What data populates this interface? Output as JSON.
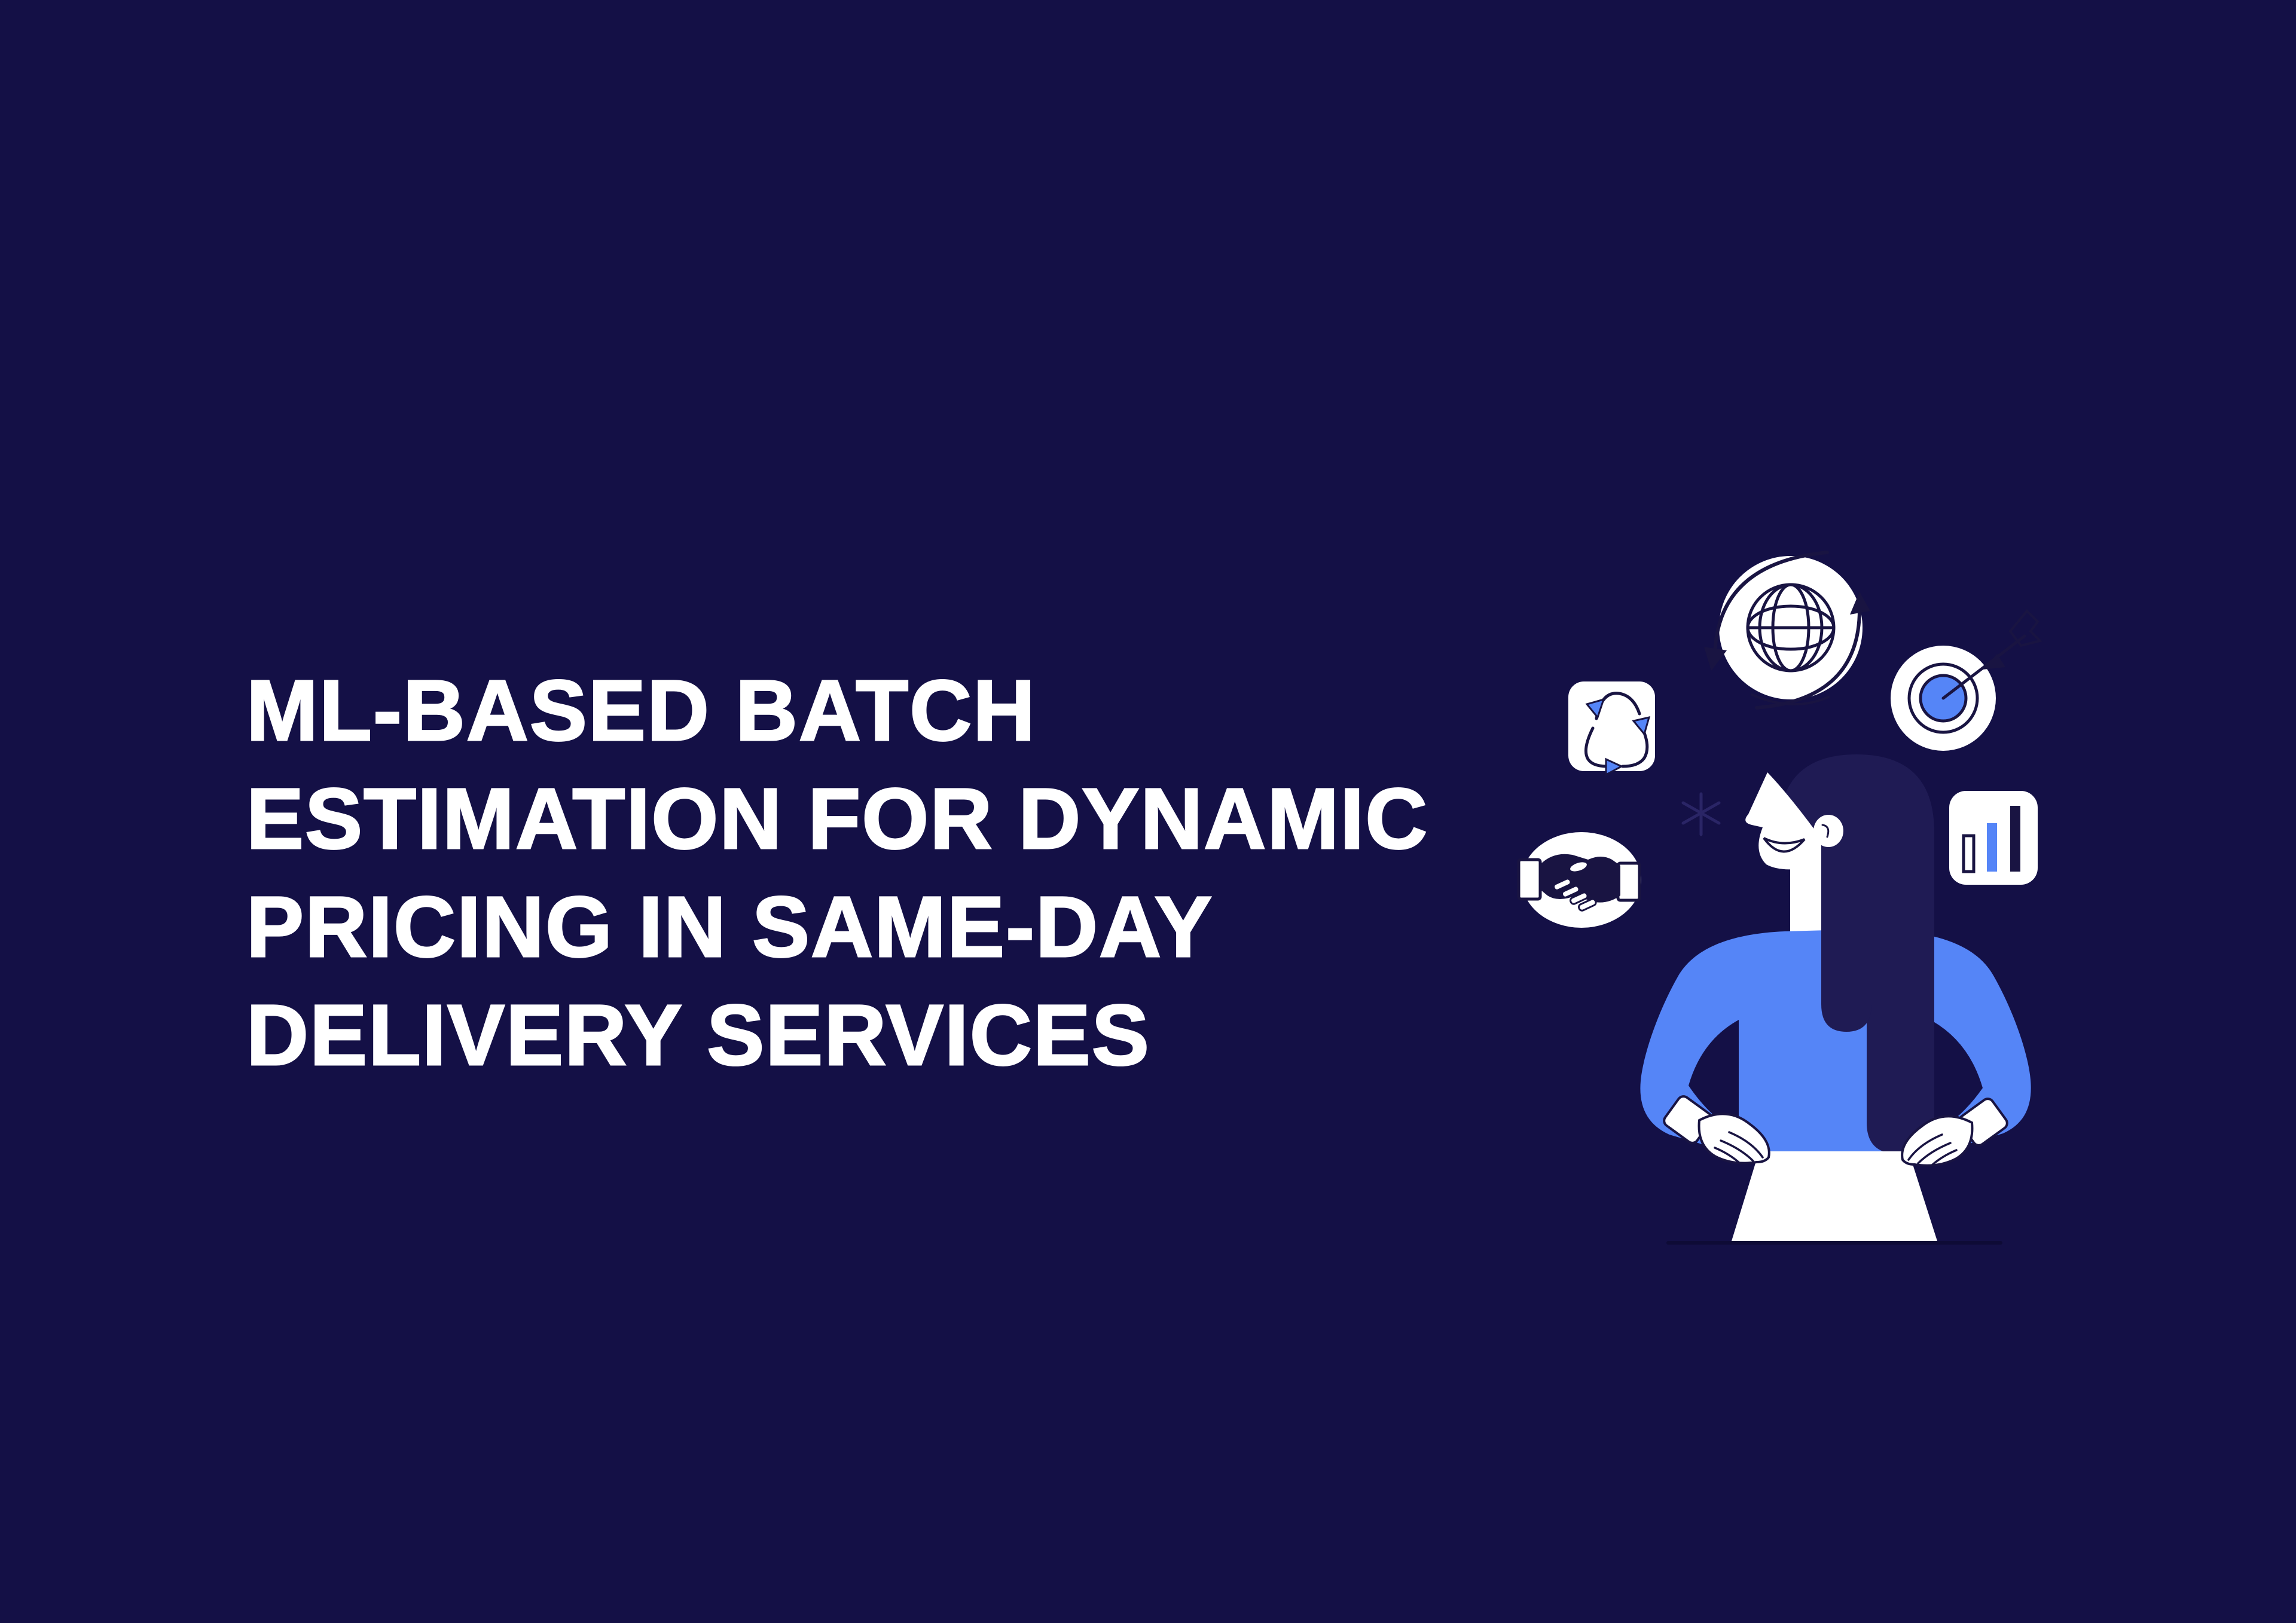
{
  "slide": {
    "background_color": "#141046",
    "title": {
      "lines": [
        "ML-BASED BATCH",
        "ESTIMATION FOR DYNAMIC",
        "PRICING IN SAME-DAY",
        "DELIVERY SERVICES"
      ],
      "color": "#ffffff"
    },
    "illustration": {
      "figure": "woman-hands-on-hips",
      "icons": [
        "globe-icon",
        "target-icon",
        "recycle-icon",
        "handshake-icon",
        "bar-chart-icon",
        "sparkle-icon"
      ],
      "colors": {
        "accent_blue": "#5585f7",
        "ink_navy": "#191442",
        "hair_navy": "#1f1b54",
        "white": "#ffffff",
        "sparkle": "#2a2566",
        "ground_line": "#0e0b36"
      }
    }
  }
}
